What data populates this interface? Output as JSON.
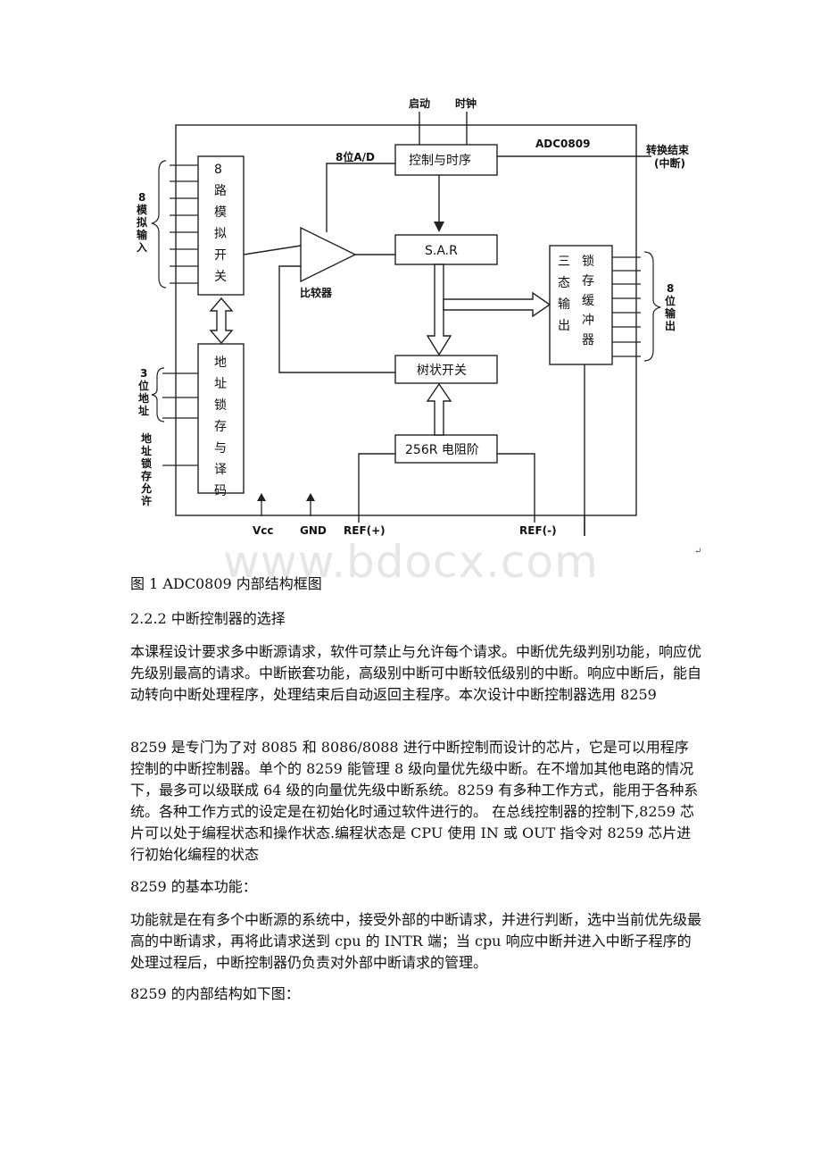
{
  "diagram": {
    "chip_label": "ADC0809",
    "start_label": "启动",
    "clock_label": "时钟",
    "control_label": "控制与时序",
    "ad_label": "8位A/D",
    "eoc_label": "转换结束",
    "eoc_sub": "(中断)",
    "analog_in": [
      "8",
      "模",
      "拟",
      "输",
      "入"
    ],
    "mux_chars": [
      "8",
      "路",
      "模",
      "拟",
      "开",
      "关"
    ],
    "comparator_label": "比较器",
    "sar_label": "S.A.R",
    "tristate_chars": [
      "三",
      "态",
      "输",
      "出"
    ],
    "latch_chars": [
      "锁",
      "存",
      "缓",
      "冲",
      "器"
    ],
    "out_label": [
      "8",
      "位",
      "输",
      "出"
    ],
    "addr3": [
      "3",
      "位",
      "地",
      "址"
    ],
    "addr_latch_chars": [
      "地",
      "址",
      "锁",
      "存",
      "与",
      "译",
      "码"
    ],
    "ale_label": [
      "地",
      "址",
      "锁",
      "存",
      "允",
      "许"
    ],
    "tree_label": "树状开关",
    "ladder_label": "256R  电阻阶",
    "vcc": "Vcc",
    "gnd": "GND",
    "refp": "REF(+)",
    "refm": "REF(-)"
  },
  "watermark": "www.bdocx.com",
  "caption": "图 1 ADC0809 内部结构框图",
  "heading": "2.2.2 中断控制器的选择",
  "paragraphs": [
    "本课程设计要求多中断源请求，软件可禁止与允许每个请求。中断优先级判别功能，响应优先级别最高的请求。中断嵌套功能，高级别中断可中断较低级别的中断。响应中断后，能自动转向中断处理程序，处理结束后自动返回主程序。本次设计中断控制器选用 8259",
    "8259 是专门为了对 8085 和 8086/8088 进行中断控制而设计的芯片，它是可以用程序控制的中断控制器。单个的 8259 能管理 8 级向量优先级中断。在不增加其他电路的情况下，最多可以级联成 64 级的向量优先级中断系统。8259 有多种工作方式，能用于各种系统。各种工作方式的设定是在初始化时通过软件进行的。 在总线控制器的控制下,8259 芯片可以处于编程状态和操作状态.编程状态是 CPU 使用 IN 或 OUT 指令对 8259 芯片进行初始化编程的状态",
    "8259 的基本功能：",
    "功能就是在有多个中断源的系统中，接受外部的中断请求，并进行判断，选中当前优先级最高的中断请求，再将此请求送到 cpu 的 INTR 端；当 cpu 响应中断并进入中断子程序的处理过程后，中断控制器仍负责对外部中断请求的管理。",
    "8259 的内部结构如下图："
  ]
}
